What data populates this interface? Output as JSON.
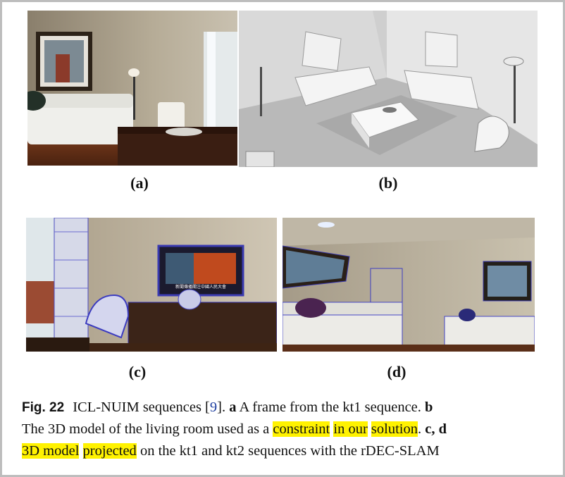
{
  "figure": {
    "panels": [
      {
        "id": "a",
        "label": "(a)"
      },
      {
        "id": "b",
        "label": "(b)"
      },
      {
        "id": "c",
        "label": "(c)"
      },
      {
        "id": "d",
        "label": "(d)"
      }
    ],
    "caption": {
      "fig_label": "Fig. 22",
      "line1_pre": "ICL-NUIM sequences [",
      "ref": "9",
      "line1_mid": "]. ",
      "a_key": "a",
      "a_text": " A frame from the kt1 sequence. ",
      "b_key": "b",
      "line2_pre": "The 3D model of the living room used as a ",
      "hl_1": "constraint",
      "hl_2": "in our",
      "hl_3": "solution",
      "line2_post": ". ",
      "cd_key": "c, d",
      "hl_4": "3D model",
      "hl_5": "projected",
      "line3_post": " on the kt1 and kt2 sequences with the rDEC-SLAM"
    },
    "overlay_text": {
      "tv_subtitle": "新聞傳播關注中國人民大會"
    },
    "colors": {
      "highlight": "#fff200",
      "reference_link": "#1f3f9f"
    }
  }
}
